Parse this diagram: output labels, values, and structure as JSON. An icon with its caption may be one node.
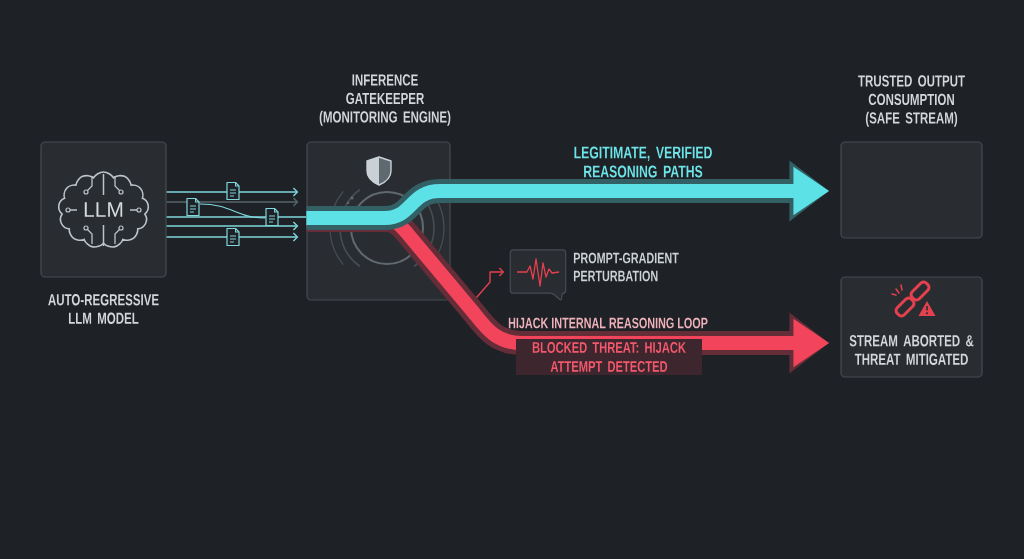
{
  "diagram": {
    "nodes": [
      {
        "text": [
          "LLM",
          "AUTO-REGRESSIVE LLM MODEL"
        ]
      },
      {
        "text": [
          "INFERENCE GATEKEEPER (MONITORING ENGINE)"
        ]
      },
      {
        "text": [
          "TRUSTED OUTPUT CONSUMPTION (SAFE STREAM)"
        ]
      },
      {
        "text": [
          "STREAM ABORTED & THREAT MITIGATED"
        ]
      },
      {
        "text": [
          "PROMPT-GRADIENT PERTURBATION"
        ]
      }
    ],
    "edges": [
      {
        "from": 0,
        "to": 1,
        "arrow": "to"
      },
      {
        "from": 0,
        "to": 1,
        "arrow": "to",
        "color": "#56676c"
      },
      {
        "from": 0,
        "to": 1,
        "arrow": "none"
      },
      {
        "from": 0,
        "to": 1,
        "arrow": "to"
      },
      {
        "from": 0,
        "to": 1,
        "arrow": "to"
      },
      {
        "from": 1,
        "to": 2,
        "arrow": "to",
        "label": "LEGITIMATE, VERIFIED REASONING PATHS",
        "style": "thick",
        "color": "#5ce1e6"
      },
      {
        "from": 1,
        "to": 3,
        "arrow": "to",
        "label": "BLOCKED THREAT: HIJACK ATTEMPT DETECTED",
        "style": "thick",
        "color": "#f2455c"
      },
      {
        "from": null,
        "to": 4,
        "arrow": "to",
        "color": "#e2404f"
      }
    ],
    "labels": [
      "HIJACK INTERNAL REASONING LOOP"
    ]
  }
}
